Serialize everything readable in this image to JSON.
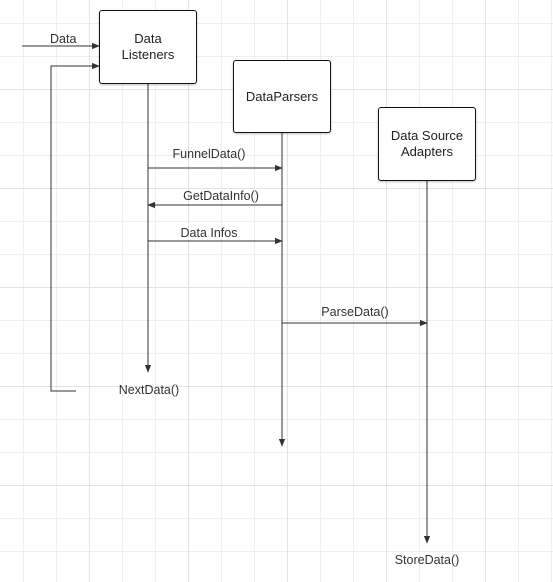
{
  "colors": {
    "line": "#333333",
    "grid": "#e3e3e3",
    "box_border": "#111111",
    "background": "#ffffff"
  },
  "participants": {
    "listeners": "Data\nListeners",
    "parsers": "DataParsers",
    "adapters": "Data Source\nAdapters"
  },
  "messages": {
    "data": "Data",
    "funnel": "FunnelData()",
    "get_info": "GetDataInfo()",
    "infos": "Data Infos",
    "parse": "ParseData()",
    "next": "NextData()",
    "store": "StoreData()"
  }
}
